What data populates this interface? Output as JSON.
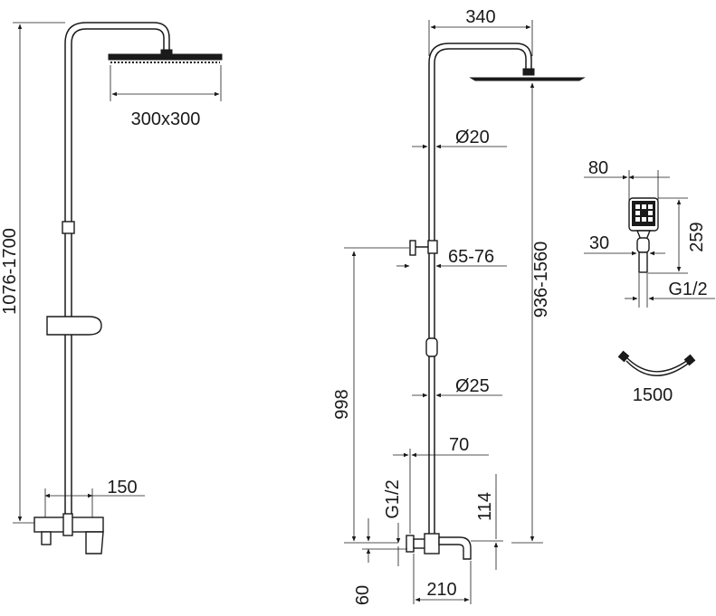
{
  "dimensions": {
    "left_height": "1076-1700",
    "head_size": "300x300",
    "left_mixer_width": "150",
    "arm_length": "340",
    "pipe_diameter_top": "Ø20",
    "bracket_range": "65-76",
    "total_height": "936-1560",
    "mixer_height": "998",
    "pipe_diameter_bottom": "Ø25",
    "mixer_offset": "70",
    "inlet_thread": "G1/2",
    "spout_height": "114",
    "inlet_height": "60",
    "spout_length": "210",
    "hand_width": "80",
    "hand_length": "259",
    "hand_neck": "30",
    "hand_thread": "G1/2",
    "hose_length": "1500"
  }
}
